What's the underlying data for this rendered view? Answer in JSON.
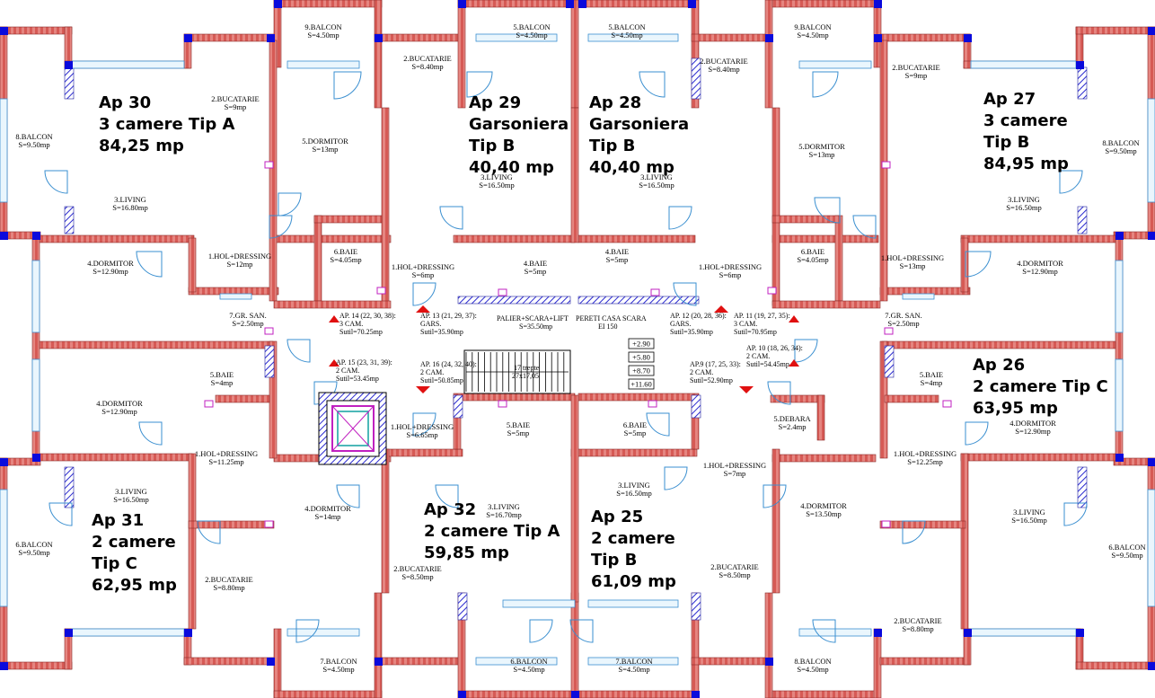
{
  "apartments": {
    "ap30": [
      "Ap 30",
      "3 camere  Tip A",
      "84,25 mp"
    ],
    "ap29": [
      "Ap 29",
      "Garsoniera",
      "Tip B",
      "40,40 mp"
    ],
    "ap28": [
      "Ap 28",
      "Garsoniera",
      "Tip B",
      "40,40 mp"
    ],
    "ap27": [
      "Ap 27",
      "3 camere",
      "Tip B",
      "84,95 mp"
    ],
    "ap26": [
      "Ap 26",
      "2 camere Tip C",
      "63,95 mp"
    ],
    "ap31": [
      "Ap 31",
      "2 camere",
      "Tip C",
      "62,95 mp"
    ],
    "ap32": [
      "Ap 32",
      "2 camere  Tip A",
      "59,85 mp"
    ],
    "ap25": [
      "Ap 25",
      "2 camere",
      "Tip B",
      "61,09 mp"
    ]
  },
  "rooms": [
    {
      "id": "r-balcon9-l",
      "name": "9.BALCON",
      "area": "S=4.50mp"
    },
    {
      "id": "r-balcon5-l",
      "name": "5.BALCON",
      "area": "S=4.50mp"
    },
    {
      "id": "r-balcon5-r",
      "name": "5.BALCON",
      "area": "S=4.50mp"
    },
    {
      "id": "r-balcon9-r",
      "name": "9.BALCON",
      "area": "S=4.50mp"
    },
    {
      "id": "r-bucatarie-30",
      "name": "2.BUCATARIE",
      "area": "S=9mp"
    },
    {
      "id": "r-bucatarie-29",
      "name": "2.BUCATARIE",
      "area": "S=8.40mp"
    },
    {
      "id": "r-bucatarie-28",
      "name": "2.BUCATARIE",
      "area": "S=8.40mp"
    },
    {
      "id": "r-bucatarie-27",
      "name": "2.BUCATARIE",
      "area": "S=9mp"
    },
    {
      "id": "r-balcon8-l",
      "name": "8.BALCON",
      "area": "S=9.50mp"
    },
    {
      "id": "r-balcon8-r",
      "name": "8.BALCON",
      "area": "S=9.50mp"
    },
    {
      "id": "r-dormitor5-l",
      "name": "5.DORMITOR",
      "area": "S=13mp"
    },
    {
      "id": "r-dormitor5-r",
      "name": "5.DORMITOR",
      "area": "S=13mp"
    },
    {
      "id": "r-living-30",
      "name": "3.LIVING",
      "area": "S=16.80mp"
    },
    {
      "id": "r-living-29",
      "name": "3.LIVING",
      "area": "S=16.50mp"
    },
    {
      "id": "r-living-28",
      "name": "3.LIVING",
      "area": "S=16.50mp"
    },
    {
      "id": "r-living-27",
      "name": "3.LIVING",
      "area": "S=16.50mp"
    },
    {
      "id": "r-hol-30",
      "name": "1.HOL+DRESSING",
      "area": "S=12mp"
    },
    {
      "id": "r-hol-27",
      "name": "1.HOL+DRESSING",
      "area": "S=13mp"
    },
    {
      "id": "r-dormitor4-30",
      "name": "4.DORMITOR",
      "area": "S=12.90mp"
    },
    {
      "id": "r-dormitor4-27",
      "name": "4.DORMITOR",
      "area": "S=12.90mp"
    },
    {
      "id": "r-baie6-l",
      "name": "6.BAIE",
      "area": "S=4.05mp"
    },
    {
      "id": "r-baie6-r",
      "name": "6.BAIE",
      "area": "S=4.05mp"
    },
    {
      "id": "r-hol-29",
      "name": "1.HOL+DRESSING",
      "area": "S=6mp"
    },
    {
      "id": "r-hol-28",
      "name": "1.HOL+DRESSING",
      "area": "S=6mp"
    },
    {
      "id": "r-baie4-29",
      "name": "4.BAIE",
      "area": "S=5mp"
    },
    {
      "id": "r-baie4-28",
      "name": "4.BAIE",
      "area": "S=5mp"
    },
    {
      "id": "r-grsan-l",
      "name": "7.GR. SAN.",
      "area": "S=2.50mp"
    },
    {
      "id": "r-grsan-r",
      "name": "7.GR. SAN.",
      "area": "S=2.50mp"
    },
    {
      "id": "r-baie5-31",
      "name": "5.BAIE",
      "area": "S=4mp"
    },
    {
      "id": "r-baie5-26",
      "name": "5.BAIE",
      "area": "S=4mp"
    },
    {
      "id": "r-dormitor4-31",
      "name": "4.DORMITOR",
      "area": "S=12.90mp"
    },
    {
      "id": "r-dormitor4-26",
      "name": "4.DORMITOR",
      "area": "S=12.90mp"
    },
    {
      "id": "r-hol-32",
      "name": "1.HOL+DRESSING",
      "area": "S=6.65mp"
    },
    {
      "id": "r-baie5-32",
      "name": "5.BAIE",
      "area": "S=5mp"
    },
    {
      "id": "r-baie6-25",
      "name": "6.BAIE",
      "area": "S=5mp"
    },
    {
      "id": "r-debara",
      "name": "5.DEBARA",
      "area": "S=2.4mp"
    },
    {
      "id": "r-hol-31",
      "name": "1.HOL+DRESSING",
      "area": "S=11.25mp"
    },
    {
      "id": "r-hol-26",
      "name": "1.HOL+DRESSING",
      "area": "S=12.25mp"
    },
    {
      "id": "r-hol-25",
      "name": "1.HOL+DRESSING",
      "area": "S=7mp"
    },
    {
      "id": "r-living-31",
      "name": "3.LIVING",
      "area": "S=16.50mp"
    },
    {
      "id": "r-living-32",
      "name": "3.LIVING",
      "area": "S=16.70mp"
    },
    {
      "id": "r-living-25",
      "name": "3.LIVING",
      "area": "S=16.50mp"
    },
    {
      "id": "r-living-26",
      "name": "3.LIVING",
      "area": "S=16.50mp"
    },
    {
      "id": "r-dormitor4-32",
      "name": "4.DORMITOR",
      "area": "S=14mp"
    },
    {
      "id": "r-dormitor4-25",
      "name": "4.DORMITOR",
      "area": "S=13.50mp"
    },
    {
      "id": "r-balcon6-l",
      "name": "6.BALCON",
      "area": "S=9.50mp"
    },
    {
      "id": "r-balcon6-r",
      "name": "6.BALCON",
      "area": "S=9.50mp"
    },
    {
      "id": "r-bucatarie-31",
      "name": "2.BUCATARIE",
      "area": "S=8.80mp"
    },
    {
      "id": "r-bucatarie-32",
      "name": "2.BUCATARIE",
      "area": "S=8.50mp"
    },
    {
      "id": "r-bucatarie-25",
      "name": "2.BUCATARIE",
      "area": "S=8.50mp"
    },
    {
      "id": "r-bucatarie-26",
      "name": "2.BUCATARIE",
      "area": "S=8.80mp"
    },
    {
      "id": "r-balcon7-l",
      "name": "7.BALCON",
      "area": "S=4.50mp"
    },
    {
      "id": "r-balcon6-c",
      "name": "6.BALCON",
      "area": "S=4.50mp"
    },
    {
      "id": "r-balcon7-c",
      "name": "7.BALCON",
      "area": "S=4.50mp"
    },
    {
      "id": "r-balcon8-b",
      "name": "8.BALCON",
      "area": "S=4.50mp"
    }
  ],
  "core": {
    "ap14": [
      "AP. 14 (22, 30, 38):",
      "3 CAM.",
      "Sutil=70.25mp"
    ],
    "ap13": [
      "AP. 13 (21, 29, 37):",
      "GARS.",
      "Sutil=35.90mp"
    ],
    "palier": [
      "PALIER+SCARA+LIFT",
      "S=35.50mp"
    ],
    "pereti": [
      "PERETI CASA SCARA",
      "EI 150"
    ],
    "ap12": [
      "AP. 12 (20, 28, 36):",
      "GARS.",
      "Sutil=35.90mp"
    ],
    "ap11": [
      "AP. 11 (19, 27, 35):",
      "3 CAM.",
      "Sutil=70.95mp"
    ],
    "ap15": [
      "AP. 15 (23, 31, 39):",
      "2 CAM.",
      "Sutil=53.45mp"
    ],
    "ap16": [
      "AP. 16 (24, 32, 40):",
      "2 CAM.",
      "Sutil=50.85mp"
    ],
    "ap9": [
      "AP.9 (17, 25, 33):",
      "2 CAM.",
      "Sutil=52.90mp"
    ],
    "ap10": [
      "AP. 10 (18, 26, 34):",
      "2 CAM.",
      "Sutil=54.45mp"
    ],
    "stairs": [
      "17 trepte",
      "27x17,05"
    ],
    "levels": [
      "+2.90",
      "+5.80",
      "+8.70",
      "+11.60"
    ]
  },
  "colors": {
    "wall": "#c9504a",
    "wall_dark": "#8a2a28",
    "column": "#0a0adc",
    "hatch": "#3030c0",
    "door": "#3a8fd0"
  }
}
